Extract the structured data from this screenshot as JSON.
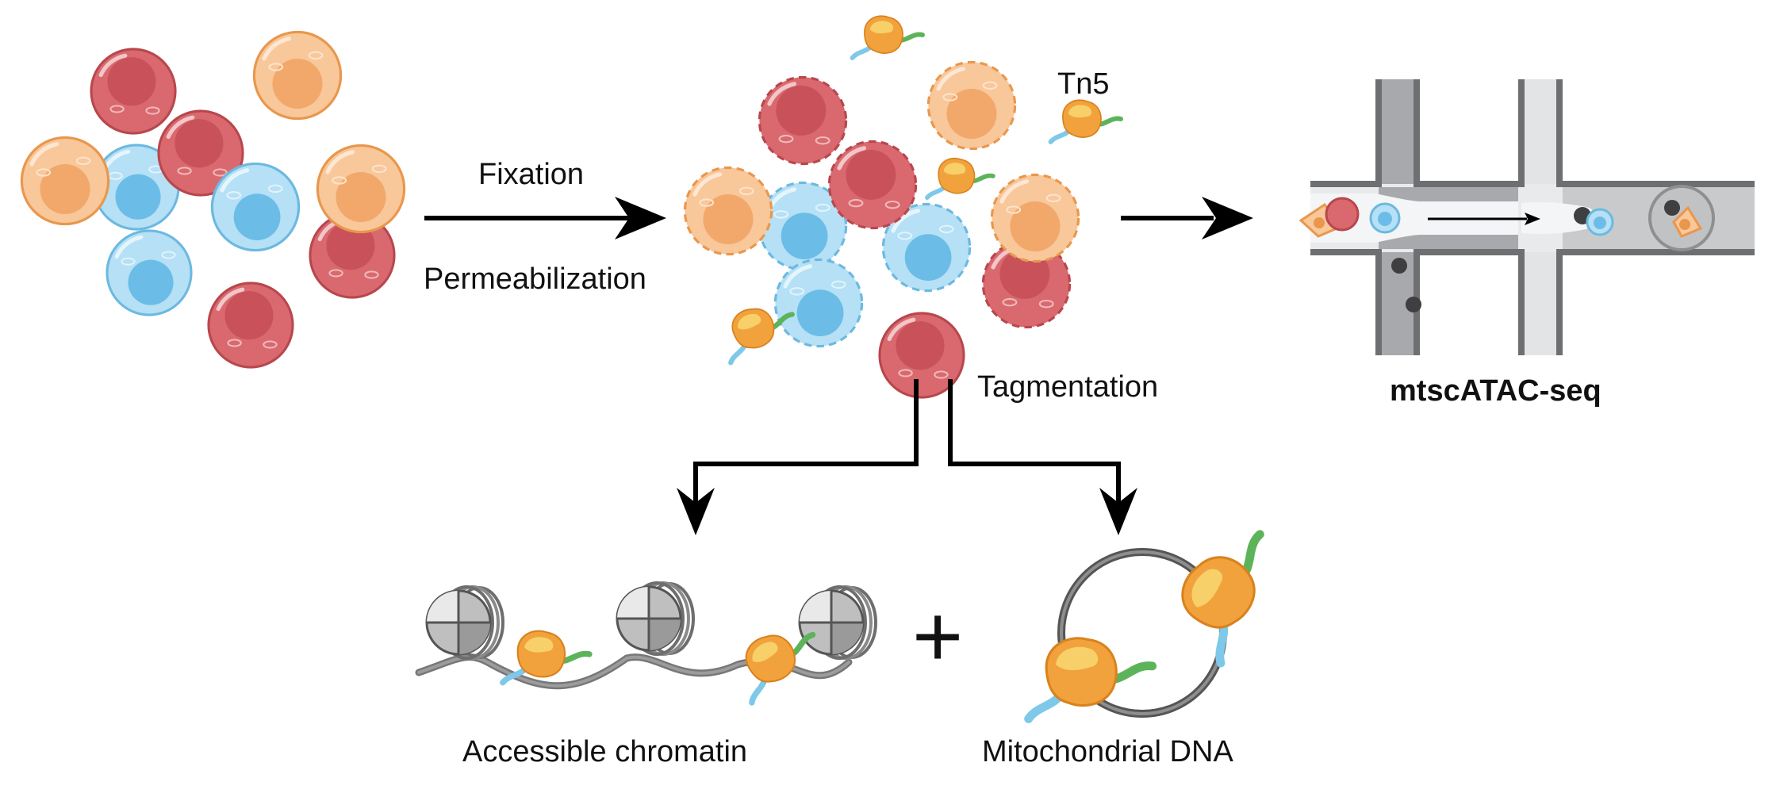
{
  "labels": {
    "fixation": "Fixation",
    "permeabilization": "Permeabilization",
    "tn5": "Tn5",
    "tagmentation": "Tagmentation",
    "method": "mtscATAC-seq",
    "plus": "+",
    "accessible_chromatin": "Accessible chromatin",
    "mitochondrial_dna": "Mitochondrial DNA"
  },
  "colors": {
    "red_cell": "#D9696E",
    "orange_cell": "#F5B27A",
    "blue_cell": "#A9DCF5",
    "tn5_body": "#F2A23C",
    "dna_green": "#5DB35A",
    "dna_blue": "#7EC8EA",
    "channel_dark": "#A7A9AC",
    "channel_light": "#E2E4E6",
    "arrow": "#000000"
  }
}
